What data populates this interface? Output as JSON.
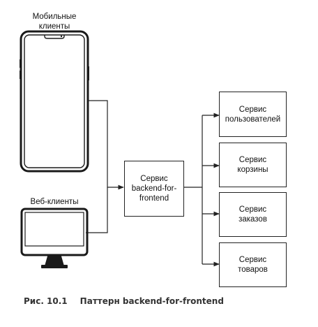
{
  "mobile_label": "Мобильные\nклиенты",
  "web_label": "Веб-клиенты",
  "bff_label": "Сервис\nbackend-for-\nfrontend",
  "services": [
    "Сервис\nпользователей",
    "Сервис\nкорзины",
    "Сервис\nзаказов",
    "Сервис\nтоваров"
  ],
  "caption": {
    "number": "Рис. 10.1",
    "title": "Паттерн backend-for-frontend"
  }
}
